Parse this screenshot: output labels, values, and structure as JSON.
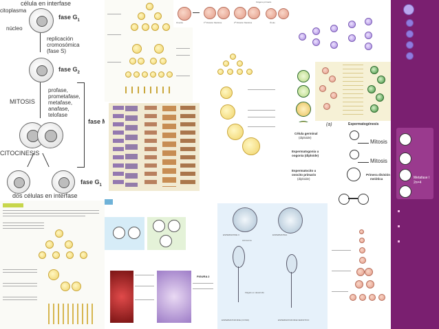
{
  "cell_cycle": {
    "title_top": "célula en interfase",
    "label_citoplasma": "citoplasma",
    "label_nucleo": "núcleo",
    "phase_g1": "fase G",
    "sub_1": "1",
    "replicacion": "replicación",
    "cromosomica": "cromosómica",
    "fase_s": "(fase S)",
    "phase_g2": "fase G",
    "sub_2": "2",
    "mitosis": "MITOSIS",
    "mitosis_steps": [
      "profase,",
      "prometafase,",
      "metafase,",
      "anafase,",
      "telofase"
    ],
    "fase_m": "fase M",
    "citocinesis": "CITOCINESIS",
    "phase_g1b": "fase G",
    "sub_1b": "1",
    "bottom": "dos células en interfase"
  },
  "oogenesis_top": {
    "title": "Oógeno primario",
    "labels": [
      "Ovocito",
      "1ª División Meiótica",
      "2ª División Meiótica",
      "Óvulo"
    ]
  },
  "spermatogenesis_diagram": {
    "fig_label": "(a)",
    "title": "Espermatogénesis",
    "celula_germinal": "Célula germinal",
    "celula_germinal_sub": "(diploide)",
    "espermatogonia": "Espermatogonia u",
    "espermatogonia_b": "oogonia (diploide)",
    "espermatocito": "Espermatocito u",
    "espermatocito_b": "ovocito primario",
    "espermatocito_c": "(diploide)",
    "primera_division": "Primera división",
    "primera_division_b": "meiótica",
    "mitosis_1": "Mitosis",
    "mitosis_2": "Mitosis"
  },
  "spermatid_panel": {
    "labels": [
      "ESPERMATIDE II",
      "ESPERMATIDA",
      "Acrosoma",
      "Flagelo en desarrollo",
      "ESPERMATOZOIDE (OVINO)",
      "ESPERMATOZOIDE DEFINITIVO"
    ]
  },
  "purple_panel": {
    "labels": [
      "Metafase I",
      "2n=4"
    ]
  },
  "histology_panel": {
    "figure_label": "FIGURA 2"
  },
  "colors": {
    "purple_bg": "#7a1f70",
    "yellow_cell": "#f0d36a",
    "green_cell": "#3c8f3c",
    "pink_cell": "#e39a86",
    "textbook_bg": "#f1ead2"
  }
}
